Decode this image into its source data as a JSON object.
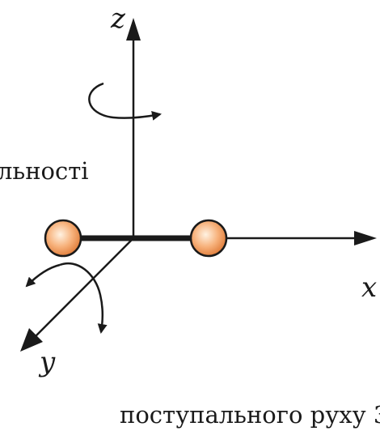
{
  "axes": {
    "x_label": "x",
    "y_label": "y",
    "z_label": "z"
  },
  "left_text": "льності",
  "bottom_caption": "поступального руху 3",
  "colors": {
    "ink": "#1a1a1a",
    "ball_light": "#fff2e2",
    "ball_mid": "#f7b27c",
    "ball_dark": "#e07d3a"
  },
  "icons": [
    "rotation-arrow-z-icon",
    "rotation-arrow-y-icon"
  ]
}
